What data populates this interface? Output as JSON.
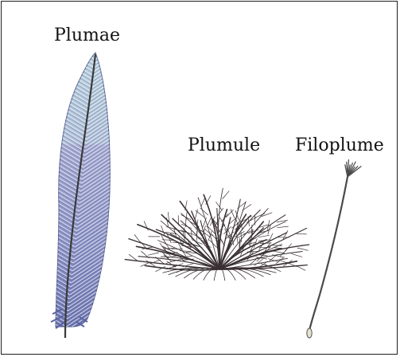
{
  "labels": {
    "plumae": "Plumae",
    "plumule": "Plumule",
    "filoplume": "Filoplume"
  },
  "colors": {
    "plumae_top": "#b9d3df",
    "plumae_mid": "#9fa6cd",
    "plumae_bottom": "#6f77b2",
    "plumae_lines": "#3b4573",
    "shaft": "#3a3a3a",
    "down": "#3b3135",
    "filo": "#4a4a4a",
    "border": "#1f1f1f"
  },
  "icons": {
    "plumae": "contour-feather-drawing",
    "plumule": "down-feather-drawing",
    "filoplume": "filoplume-feather-drawing"
  }
}
